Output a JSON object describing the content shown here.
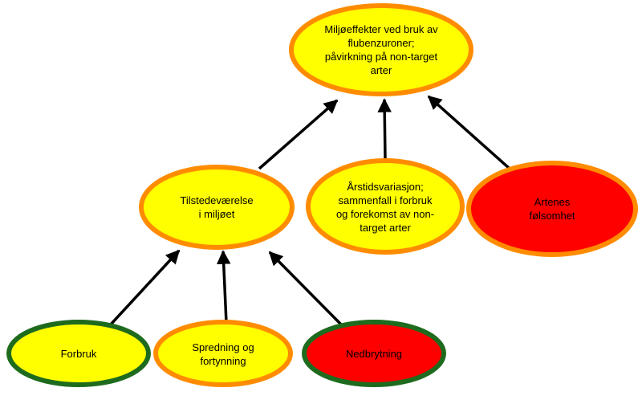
{
  "colors": {
    "fill_yellow": "#ffff00",
    "fill_red": "#ff0000",
    "border_orange": "#ff8c00",
    "border_green": "#1e6b1e",
    "arrow": "#000000"
  },
  "nodes": {
    "top": {
      "text": "Miljøeffekter ved bruk av\nflubenzuroner;\npåvirkning på non-target\narter",
      "fill": "yellow",
      "border": "orange"
    },
    "presence": {
      "text": "Tilstedeværelse\ni miljøet",
      "fill": "yellow",
      "border": "orange"
    },
    "seasonal": {
      "text": "Årstidsvariasjon;\nsammenfall i forbruk\nog forekomst av non-\ntarget arter",
      "fill": "yellow",
      "border": "orange"
    },
    "sensitivity": {
      "text": "Artenes\nfølsomhet",
      "fill": "red",
      "border": "orange"
    },
    "usage": {
      "text": "Forbruk",
      "fill": "yellow",
      "border": "green"
    },
    "spread": {
      "text": "Spredning og\nfortynning",
      "fill": "yellow",
      "border": "orange"
    },
    "degradation": {
      "text": "Nedbrytning",
      "fill": "red",
      "border": "green"
    }
  },
  "edges": [
    {
      "from": "presence",
      "to": "top"
    },
    {
      "from": "seasonal",
      "to": "top"
    },
    {
      "from": "sensitivity",
      "to": "top"
    },
    {
      "from": "usage",
      "to": "presence"
    },
    {
      "from": "spread",
      "to": "presence"
    },
    {
      "from": "degradation",
      "to": "presence"
    }
  ]
}
